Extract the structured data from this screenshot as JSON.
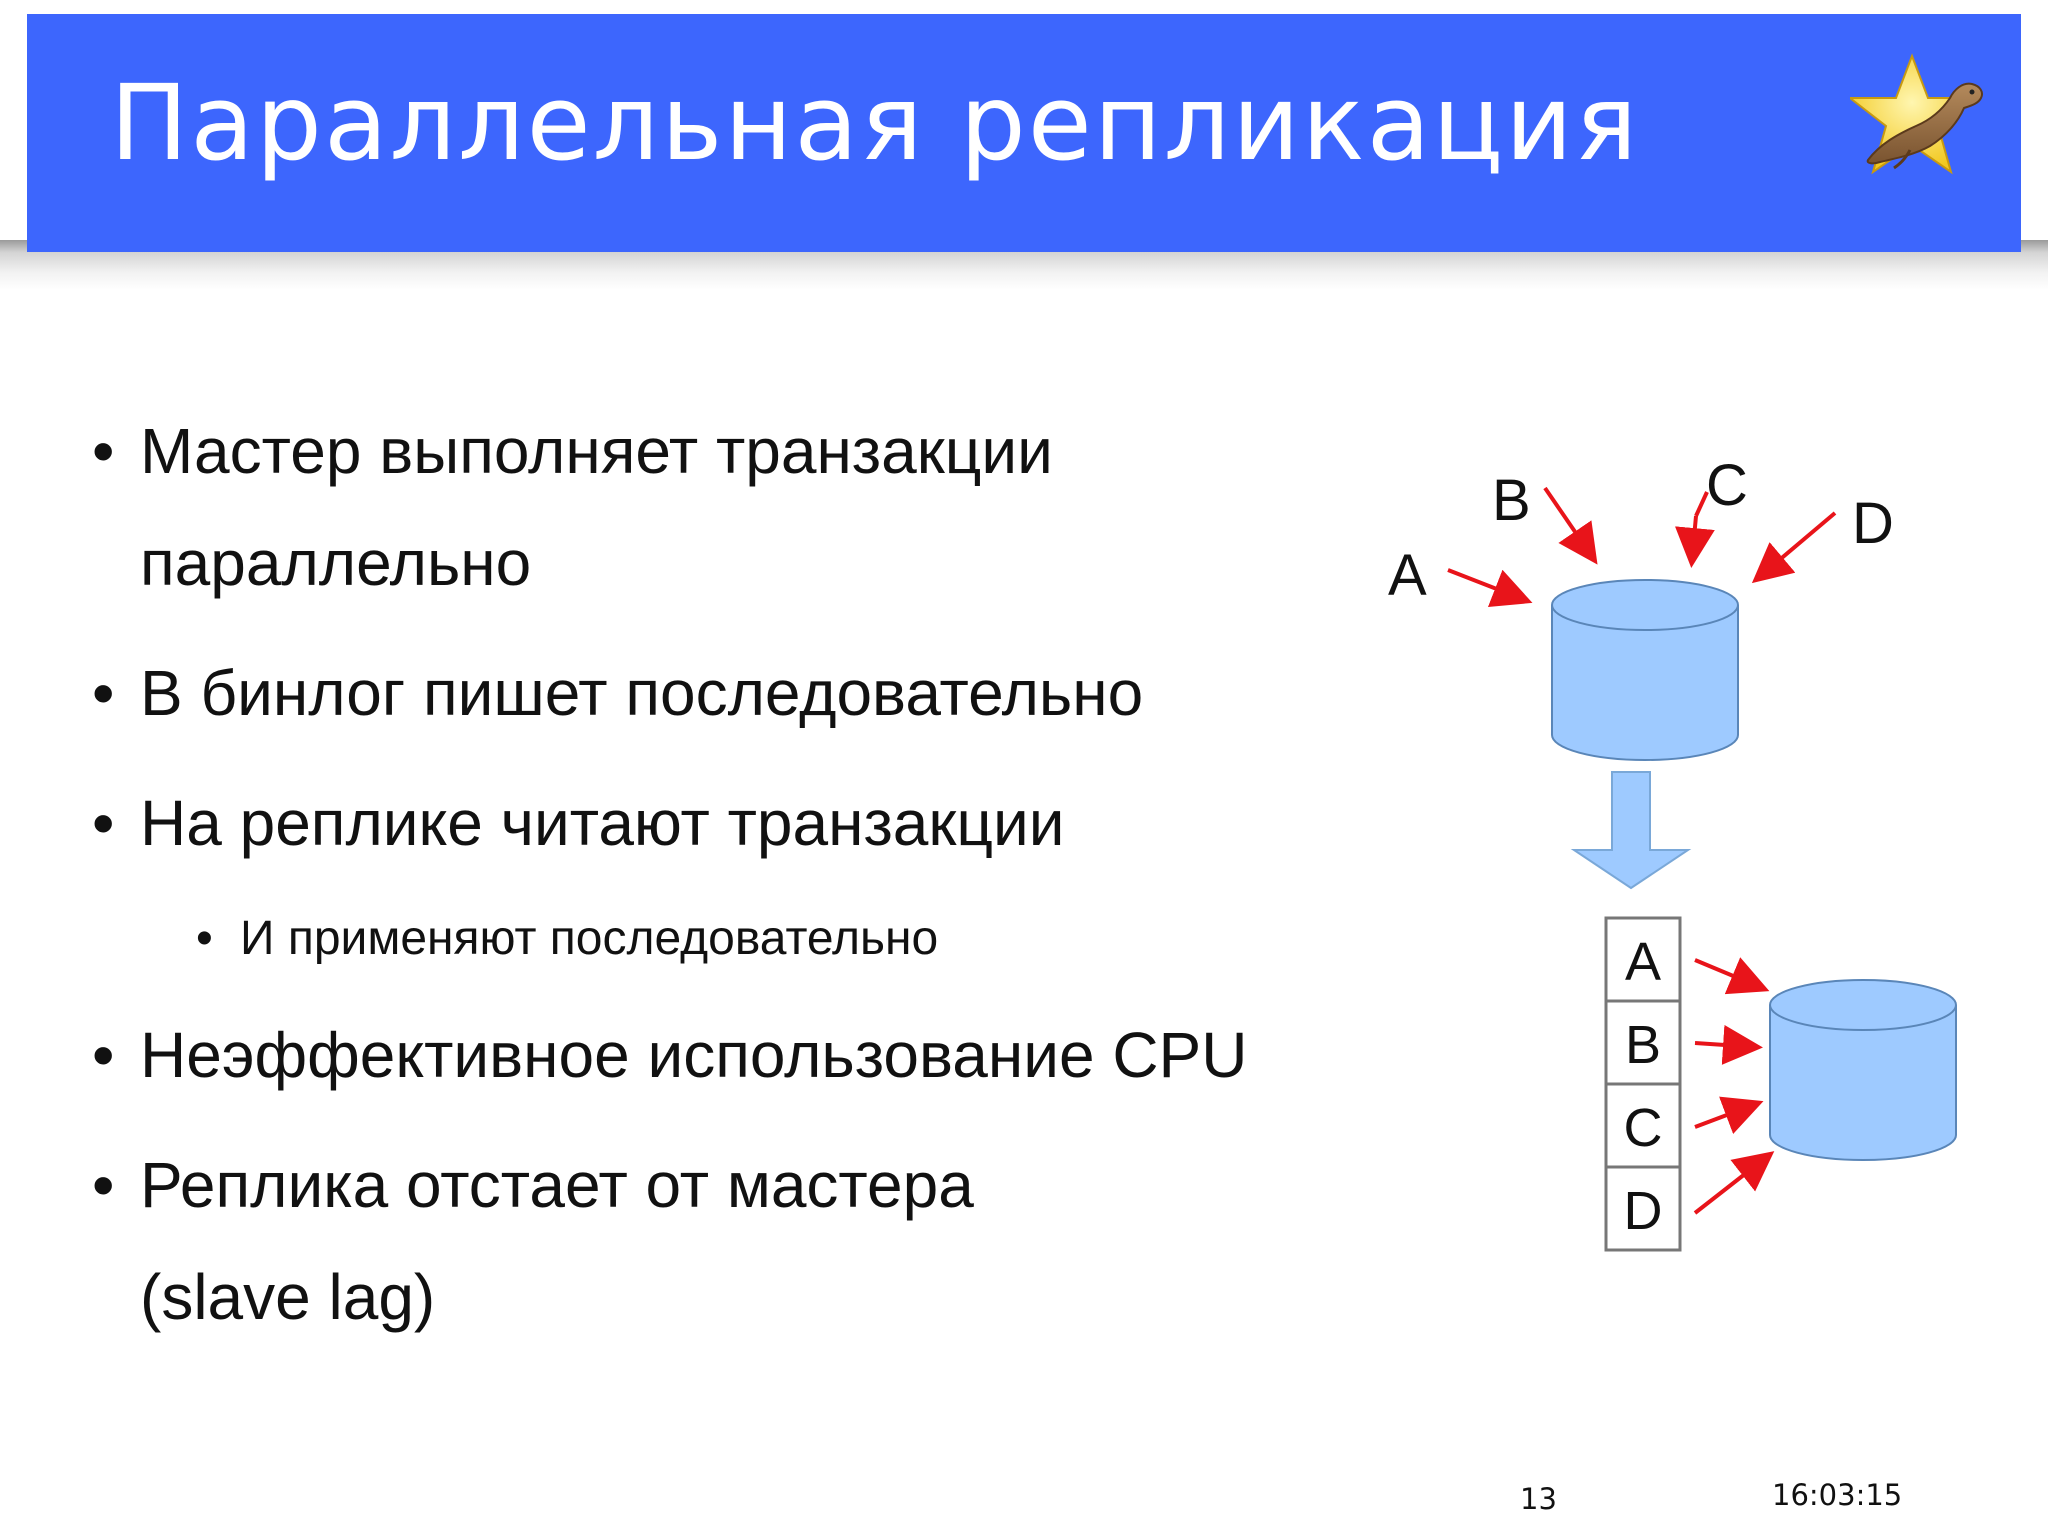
{
  "slide": {
    "title": "Параллельная репликация",
    "logo_icon": "mariadb-seal-star-icon",
    "header_color": "#3d66fd"
  },
  "bullets": [
    {
      "text": "Мастер выполняет транзакции",
      "text_cont": "параллельно",
      "level": 1
    },
    {
      "text": "В бинлог пишет последовательно",
      "level": 1
    },
    {
      "text": "На реплике читают транзакции",
      "level": 1
    },
    {
      "text": "И применяют последовательно",
      "level": 2
    },
    {
      "text": "Неэффективное использование CPU",
      "level": 1
    },
    {
      "text": "Реплика отстает от мастера",
      "text_cont": "(slave lag)",
      "level": 1
    }
  ],
  "diagram": {
    "master_inputs": [
      "A",
      "B",
      "C",
      "D"
    ],
    "replica_queue": [
      "A",
      "B",
      "C",
      "D"
    ],
    "arrow_color": "#e8141a",
    "db_color": "#9ecaff",
    "flow_arrow_color": "#9ecaff"
  },
  "footer": {
    "page_number": "13",
    "time": "16:03:15"
  }
}
